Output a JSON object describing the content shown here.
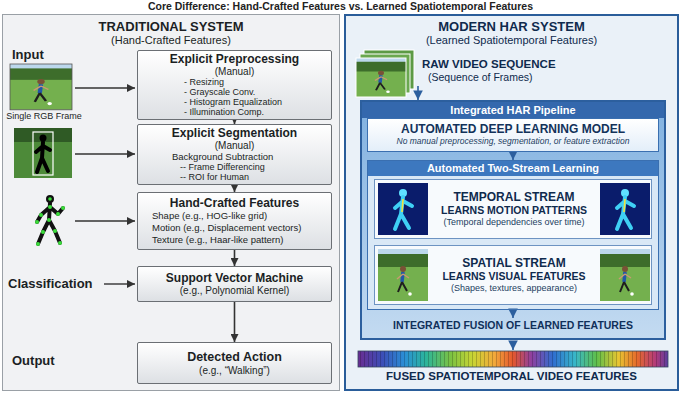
{
  "diagram": {
    "title": "Core Difference: Hand-Crafted Features vs. Learned Spatiotemporal Features",
    "nodes": [
      {
        "text": [
          "TRADITIONAL SYSTEM",
          "(Hand-Crafted Features)"
        ]
      },
      {
        "text": [
          "Explicit Preprocessing",
          "(Manual)",
          "- Resizing",
          "- Grayscale Conv.",
          "- Histogram Equalization",
          "- Illumination Comp."
        ],
        "in": 0
      },
      {
        "text": [
          "Explicit Segmentation",
          "(Manual)",
          "Background Subtraction",
          "-- Frame Differencing",
          "-- ROI for Human"
        ],
        "in": 0
      },
      {
        "text": [
          "Hand-Crafted Features",
          "Shape (e.g., HOG-like grid)",
          "Motion (e.g., Displacement vectors)",
          "Texture (e.g., Haar-like pattern)"
        ],
        "in": 0
      },
      {
        "text": [
          "Support Vector Machine",
          "(e.g., Polynomial Kernel)"
        ],
        "in": 0
      },
      {
        "text": [
          "Detected Action",
          "(e.g., “Walking”)"
        ],
        "in": 0
      },
      {
        "text": [
          "MODERN HAR SYSTEM",
          "(Learned Spatiotemporal Features)"
        ]
      },
      {
        "text": [
          "Integrated HAR Pipeline"
        ],
        "in": 6
      },
      {
        "text": [
          "AUTOMATED DEEP LEARNING MODEL",
          "No manual preprocessing, segmentation, or feature extraction"
        ],
        "in": 7
      },
      {
        "text": [
          "Automated Two-Stream Learning"
        ],
        "in": 7
      },
      {
        "text": [
          "TEMPORAL STREAM",
          "LEARNS MOTION PATTERNS",
          "(Temporal dependencies over time)"
        ],
        "in": 9
      },
      {
        "text": [
          "SPATIAL STREAM",
          "LEARNS VISUAL FEATURES",
          "(Shapes, textures, appearance)"
        ],
        "in": 9
      }
    ],
    "edges": [
      {
        "from": 1,
        "to": 2,
        "arrow": "to"
      },
      {
        "from": 2,
        "to": 3,
        "arrow": "to"
      },
      {
        "from": 3,
        "to": 4,
        "arrow": "to"
      },
      {
        "from": 4,
        "to": 5,
        "arrow": "to"
      },
      {
        "from": 8,
        "to": 9,
        "arrow": "to"
      }
    ],
    "labels": [
      "Input",
      "Single RGB Frame",
      "Classification",
      "Output",
      "RAW VIDEO SEQUENCE",
      "(Sequence of Frames)",
      "INTEGRATED FUSION OF LEARNED FEATURES",
      "FUSED SPATIOTEMPORAL VIDEO FEATURES"
    ]
  }
}
